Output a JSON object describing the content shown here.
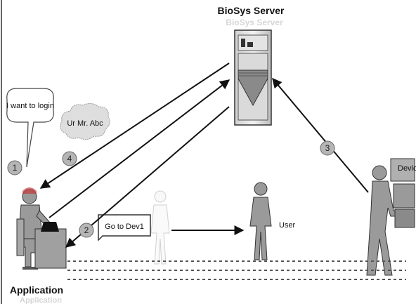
{
  "server": {
    "title": "BioSys Server",
    "reflection": "BioSys Server"
  },
  "application": {
    "label": "Application",
    "reflection": "Application"
  },
  "device": {
    "label": "Device"
  },
  "user": {
    "label": "User"
  },
  "bubbles": {
    "login": "I want to login",
    "identity": "Ur Mr. Abc",
    "instruction": "Go to Dev1"
  },
  "steps": [
    "1",
    "2",
    "3",
    "4"
  ]
}
